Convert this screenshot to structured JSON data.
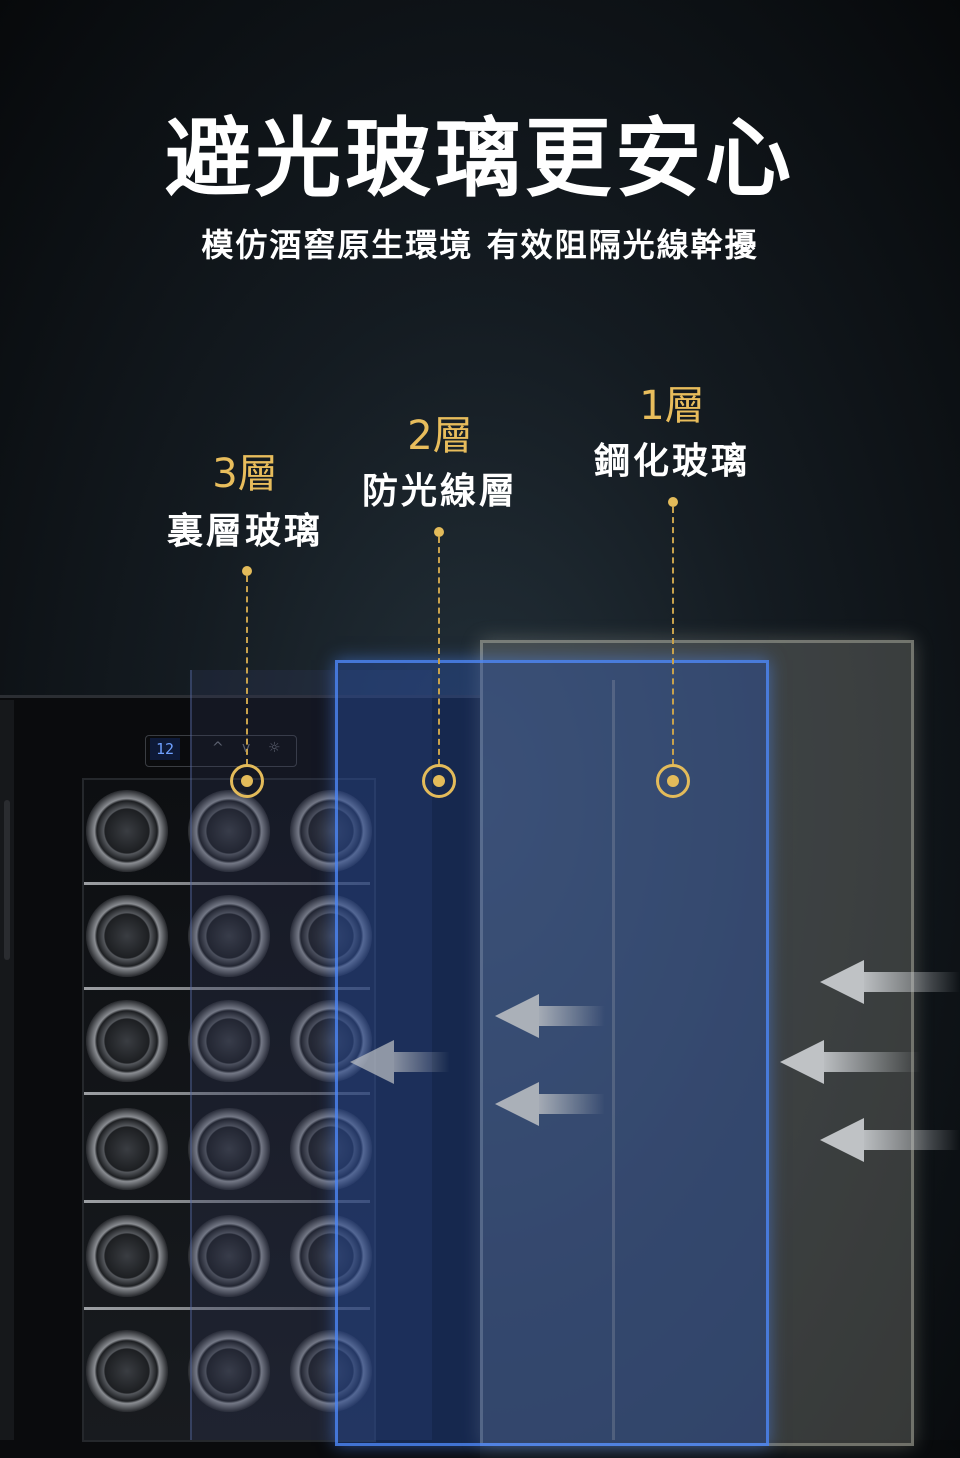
{
  "title": "避光玻璃更安心",
  "subtitle": "模仿酒窖原生環境 有效阻隔光線幹擾",
  "layers": [
    {
      "number": "1層",
      "name": "鋼化玻璃"
    },
    {
      "number": "2層",
      "name": "防光線層"
    },
    {
      "number": "3層",
      "name": "裏層玻璃"
    }
  ],
  "fridge": {
    "display_value": "12",
    "controls": [
      "^",
      "v",
      "☼"
    ]
  },
  "colors": {
    "accent_gold": "#e3bb5a",
    "blue_layer": "#3a6fd8",
    "background": "#0d1216"
  }
}
